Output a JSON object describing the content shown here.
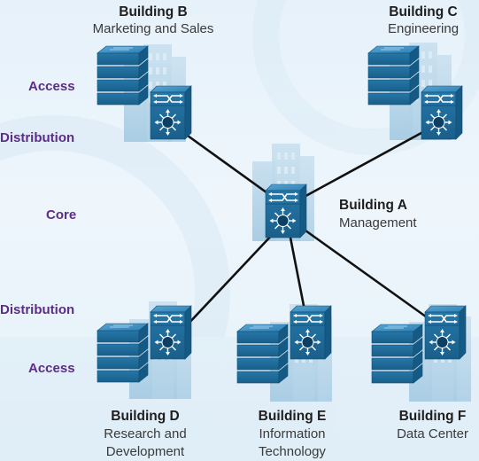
{
  "layers": {
    "access_top": "Access",
    "distribution_top": "Distribution",
    "core": "Core",
    "distribution_bottom": "Distribution",
    "access_bottom": "Access"
  },
  "buildings": {
    "a": {
      "name": "Building A",
      "desc": "Management"
    },
    "b": {
      "name": "Building B",
      "desc": "Marketing and Sales"
    },
    "c": {
      "name": "Building C",
      "desc": "Engineering"
    },
    "d": {
      "name": "Building D",
      "desc_line1": "Research and",
      "desc_line2": "Development"
    },
    "e": {
      "name": "Building E",
      "desc_line1": "Information",
      "desc_line2": "Technology"
    },
    "f": {
      "name": "Building F",
      "desc": "Data Center"
    }
  },
  "colors": {
    "layer_label": "#5b2d86",
    "device_blue": "#1f6d99",
    "link": "#111111"
  },
  "icons": [
    "access-switch-stack-icon",
    "multilayer-switch-icon",
    "building-silhouette-icon"
  ]
}
